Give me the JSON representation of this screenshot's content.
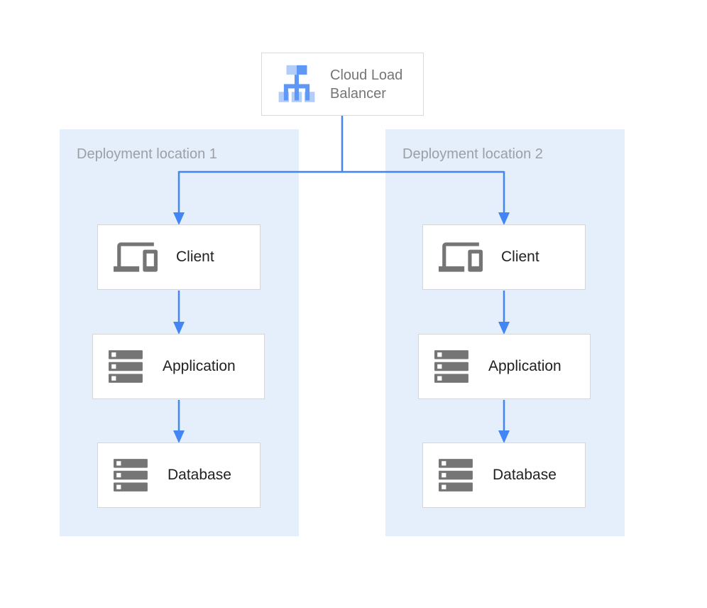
{
  "diagram": {
    "load_balancer": {
      "label": "Cloud Load Balancer",
      "icon": "cloud-load-balancer-icon"
    },
    "locations": [
      {
        "label": "Deployment location 1",
        "nodes": [
          {
            "label": "Client",
            "icon": "devices-icon"
          },
          {
            "label": "Application",
            "icon": "server-stack-icon"
          },
          {
            "label": "Database",
            "icon": "server-stack-icon"
          }
        ]
      },
      {
        "label": "Deployment location 2",
        "nodes": [
          {
            "label": "Client",
            "icon": "devices-icon"
          },
          {
            "label": "Application",
            "icon": "server-stack-icon"
          },
          {
            "label": "Database",
            "icon": "server-stack-icon"
          }
        ]
      }
    ],
    "colors": {
      "arrow_blue": "#4285f4",
      "panel_bg": "#e5effc",
      "panel_label_gray": "#9aa0a6",
      "box_border": "#d6d6d6",
      "box_text": "#212121",
      "icon_gray": "#757575",
      "lb_blue_medium": "#5e97f6",
      "lb_blue_light": "#b3cdf9",
      "lb_text_gray": "#757575"
    }
  }
}
